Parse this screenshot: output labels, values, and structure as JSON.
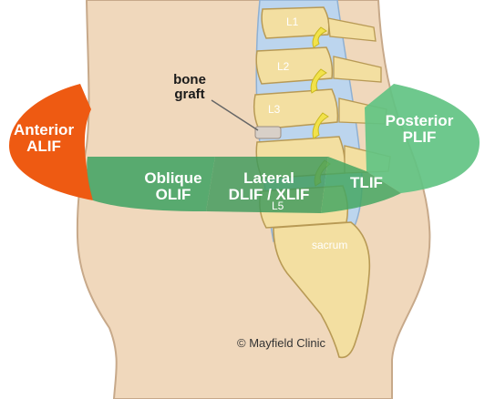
{
  "labels": {
    "anterior": {
      "line1": "Anterior",
      "line2": "ALIF"
    },
    "oblique": {
      "line1": "Oblique",
      "line2": "OLIF"
    },
    "lateral": {
      "line1": "Lateral",
      "line2": "DLIF / XLIF"
    },
    "tlif": "TLIF",
    "posterior": {
      "line1": "Posterior",
      "line2": "PLIF"
    },
    "bone_graft": {
      "line1": "bone",
      "line2": "graft"
    },
    "l1": "L1",
    "l2": "L2",
    "l3": "L3",
    "l5": "L5",
    "sacrum": "sacrum",
    "copyright": "© Mayfield Clinic"
  },
  "colors": {
    "anterior": "#ee5a12",
    "oblique": "#4fa86a",
    "lateral": "#3d9a5c",
    "tlif": "#45a763",
    "posterior": "#62c383",
    "skin": "#f0d8bc",
    "skin_outline": "#c7a98a",
    "bone": "#f3dfa1",
    "disc": "#bcd5ee",
    "nerve": "#f2e24a"
  }
}
